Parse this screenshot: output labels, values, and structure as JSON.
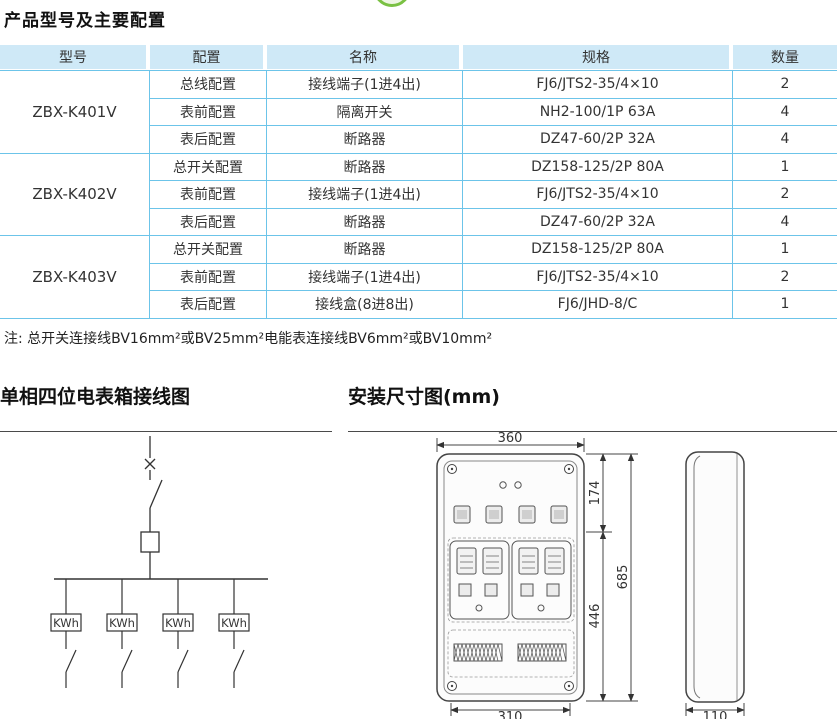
{
  "page": {
    "title": "产品型号及主要配置",
    "note": "注: 总开关连接线BV16mm²或BV25mm²电能表连接线BV6mm²或BV10mm²"
  },
  "colors": {
    "table_border": "#6cc4e9",
    "header_bg": "#cfe9f7",
    "logo_green": "#7ac143"
  },
  "table": {
    "headers": [
      "型号",
      "配置",
      "名称",
      "规格",
      "数量"
    ],
    "groups": [
      {
        "model": "ZBX-K401V",
        "rows": [
          {
            "config": "总线配置",
            "name": "接线端子(1进4出)",
            "spec": "FJ6/JTS2-35/4×10",
            "qty": "2"
          },
          {
            "config": "表前配置",
            "name": "隔离开关",
            "spec": "NH2-100/1P 63A",
            "qty": "4"
          },
          {
            "config": "表后配置",
            "name": "断路器",
            "spec": "DZ47-60/2P 32A",
            "qty": "4"
          }
        ]
      },
      {
        "model": "ZBX-K402V",
        "rows": [
          {
            "config": "总开关配置",
            "name": "断路器",
            "spec": "DZ158-125/2P 80A",
            "qty": "1"
          },
          {
            "config": "表前配置",
            "name": "接线端子(1进4出)",
            "spec": "FJ6/JTS2-35/4×10",
            "qty": "2"
          },
          {
            "config": "表后配置",
            "name": "断路器",
            "spec": "DZ47-60/2P 32A",
            "qty": "4"
          }
        ]
      },
      {
        "model": "ZBX-K403V",
        "rows": [
          {
            "config": "总开关配置",
            "name": "断路器",
            "spec": "DZ158-125/2P 80A",
            "qty": "1"
          },
          {
            "config": "表前配置",
            "name": "接线端子(1进4出)",
            "spec": "FJ6/JTS2-35/4×10",
            "qty": "2"
          },
          {
            "config": "表后配置",
            "name": "接线盒(8进8出)",
            "spec": "FJ6/JHD-8/C",
            "qty": "1"
          }
        ]
      }
    ]
  },
  "wiring": {
    "title": "单相四位电表箱接线图",
    "meter_label": "KWh"
  },
  "dimensions": {
    "title": "安装尺寸图(mm)",
    "width_top": "360",
    "height_upper": "174",
    "height_lower": "446",
    "height_total": "685",
    "width_bottom": "310",
    "depth": "110"
  }
}
